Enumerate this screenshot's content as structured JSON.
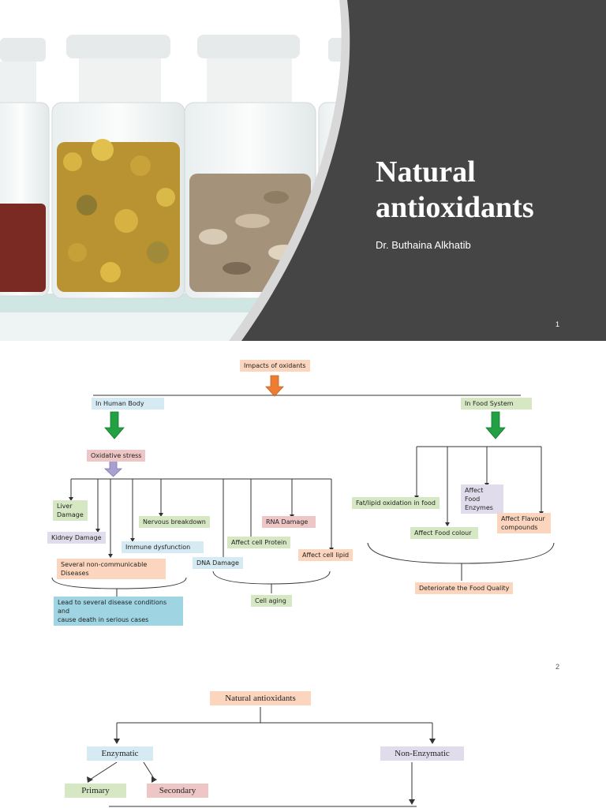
{
  "slide1": {
    "title_line1": "Natural",
    "title_line2": "antioxidants",
    "author": "Dr. Buthaina Alkhatib",
    "page_number": "1",
    "colors": {
      "panel": "#454545",
      "accent_arc": "#d8d8d8"
    }
  },
  "slide2": {
    "page_number": "2",
    "root": "Impacts of oxidants",
    "human_body": "In Human Body",
    "food_system": "In Food System",
    "oxidative_stress": "Oxidative stress",
    "liver_line1": "Liver",
    "liver_line2": "Damage",
    "kidney": "Kidney Damage",
    "nervous": "Nervous breakdown",
    "immune": "Immune dysfunction",
    "ncd_line1": "Several non-communicable",
    "ncd_line2": "Diseases",
    "lead_line1": "Lead to several disease conditions and",
    "lead_line2": "cause death in serious cases",
    "dna": "DNA Damage",
    "protein": "Affect cell Protein",
    "rna": "RNA Damage",
    "lipid": "Affect cell lipid",
    "cell_aging": "Cell aging",
    "fat_oxidation": "Fat/lipid oxidation in food",
    "food_colour": "Affect Food colour",
    "enzymes_line1": "Affect Food",
    "enzymes_line2": "Enzymes",
    "flavour_line1": "Affect Flavour",
    "flavour_line2": "compounds",
    "deteriorate": "Deteriorate the Food Quality"
  },
  "slide3": {
    "root": "Natural antioxidants",
    "enzymatic": "Enzymatic",
    "non_enzymatic": "Non-Enzymatic",
    "primary": "Primary",
    "secondary": "Secondary"
  }
}
